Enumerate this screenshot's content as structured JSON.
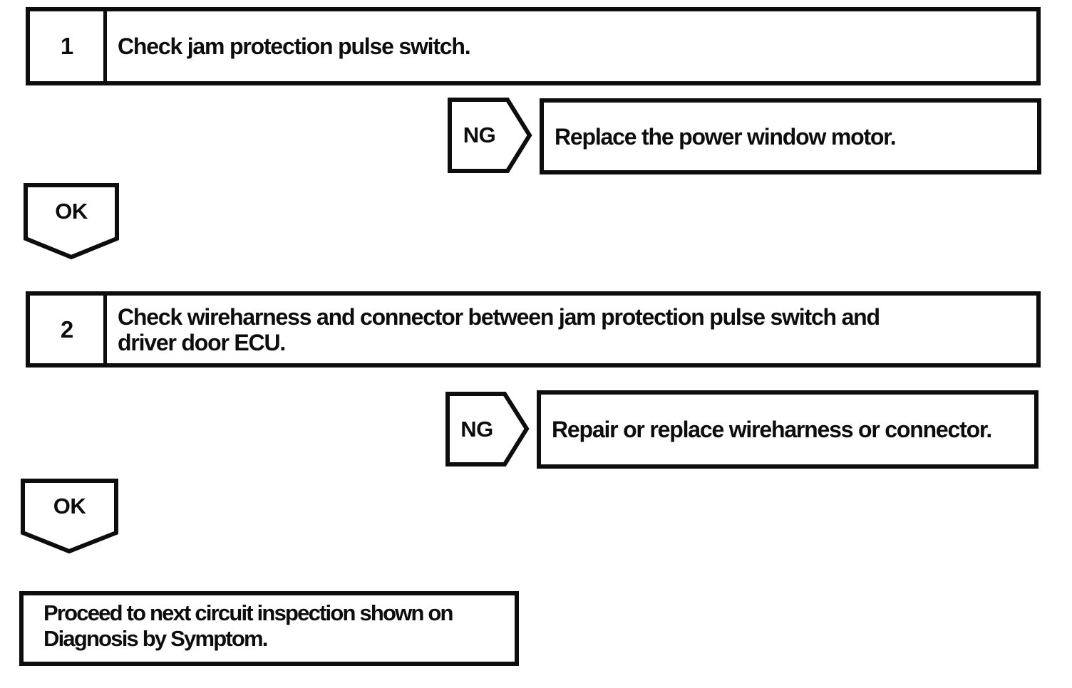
{
  "diagram": {
    "type": "diagnostic-flowchart",
    "background_color": "#ffffff",
    "line_color": "#0d0d0d",
    "steps": [
      {
        "number": "1",
        "instruction": "Check jam protection pulse switch.",
        "ng": {
          "label": "NG",
          "result": "Replace the power window motor."
        },
        "ok": {
          "label": "OK"
        }
      },
      {
        "number": "2",
        "instruction": "Check wireharness and connector between jam protection pulse switch and\ndriver door ECU.",
        "ng": {
          "label": "NG",
          "result": "Repair or replace wireharness or connector."
        },
        "ok": {
          "label": "OK"
        }
      }
    ],
    "terminal": {
      "text": "Proceed to next circuit inspection shown on\nDiagnosis by Symptom."
    }
  }
}
